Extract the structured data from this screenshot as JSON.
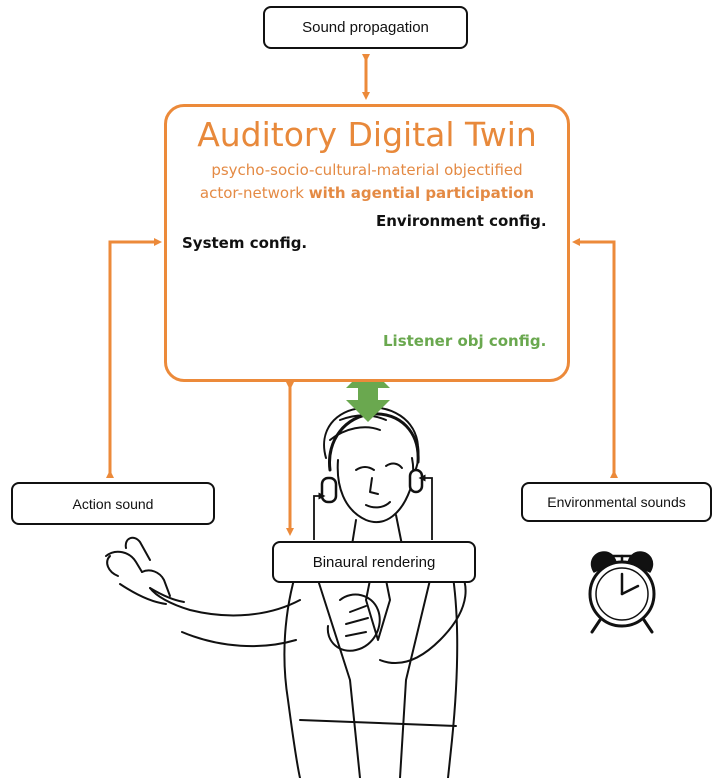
{
  "nodes": {
    "sound_propagation": "Sound propagation",
    "twin_title": "Auditory Digital Twin",
    "twin_subtitle_line1": "psycho-socio-cultural-material objectified",
    "twin_subtitle_line2_plain": "actor-network ",
    "twin_subtitle_line2_bold": "with agential participation",
    "environment_config": "Environment config.",
    "system_config": "System config.",
    "listener_config": "Listener obj config.",
    "action_sound": "Action sound",
    "environmental_sounds": "Environmental sounds",
    "binaural_rendering": "Binaural rendering"
  },
  "colors": {
    "orange_arrow": "#ec8a3a",
    "title_orange": "#e8893b",
    "green_arrow": "#6aa84f",
    "listener_green": "#6aa84f",
    "black": "#111111"
  },
  "icons": [
    "network-people-icon",
    "alarm-clock-icon",
    "person-with-headphones-sketch",
    "snapping-hand-sketch"
  ]
}
